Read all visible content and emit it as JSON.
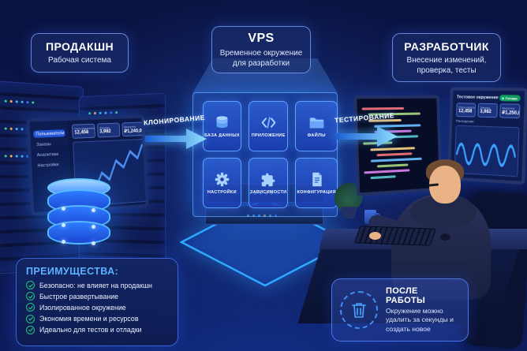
{
  "production": {
    "title": "ПРОДАКШН",
    "subtitle": "Рабочая система",
    "monitor": {
      "sidebar": [
        "Пользователи",
        "Заказы",
        "Аналитика",
        "Настройки"
      ],
      "stats": [
        {
          "label": "Пользователи",
          "value": "12,458"
        },
        {
          "label": "Заказы",
          "value": "3,982"
        },
        {
          "label": "Выручка",
          "value": "₽1,240,000"
        }
      ]
    }
  },
  "vps": {
    "title": "VPS",
    "subtitle": "Временное окружение для разработки",
    "tiles": [
      {
        "label": "БАЗА ДАННЫХ",
        "icon": "database-icon"
      },
      {
        "label": "ПРИЛОЖЕНИЕ",
        "icon": "code-icon"
      },
      {
        "label": "ФАЙЛЫ",
        "icon": "folder-icon"
      },
      {
        "label": "НАСТРОЙКИ",
        "icon": "gear-icon"
      },
      {
        "label": "ЗАВИСИМОСТИ",
        "icon": "puzzle-icon"
      },
      {
        "label": "КОНФИГУРАЦИЯ",
        "icon": "document-icon"
      }
    ]
  },
  "developer": {
    "title": "РАЗРАБОТЧИК",
    "subtitle": "Внесение изменений, проверка, тесты",
    "monitor": {
      "header": "Тестовое окружение",
      "status": "Готово",
      "chart_label": "Посещения",
      "stats": [
        {
          "label": "Пользователи",
          "value": "12,458"
        },
        {
          "label": "Заказы",
          "value": "3,982"
        },
        {
          "label": "Выручка",
          "value": "₽1,250,000"
        }
      ]
    }
  },
  "arrows": [
    {
      "label": "КЛОНИРОВАНИЕ"
    },
    {
      "label": "ТЕСТИРОВАНИЕ"
    }
  ],
  "advantages": {
    "title": "ПРЕИМУЩЕСТВА:",
    "items": [
      "Безопасно: не влияет на продакшн",
      "Быстрое развертывание",
      "Изолированное окружение",
      "Экономия времени и ресурсов",
      "Идеально для тестов и отладки"
    ]
  },
  "after_work": {
    "title": "ПОСЛЕ РАБОТЫ",
    "text": "Окружение можно удалить за секунды и создать новое"
  },
  "colors": {
    "background": "#0a1240",
    "accent_blue": "#5db2ff",
    "success_green": "#21c278",
    "arrow_gradient_from": "#1b5fd6",
    "arrow_gradient_to": "#8fe0ff",
    "panel_border": "#3c62d8",
    "badge_green": "#0f9a5f"
  }
}
